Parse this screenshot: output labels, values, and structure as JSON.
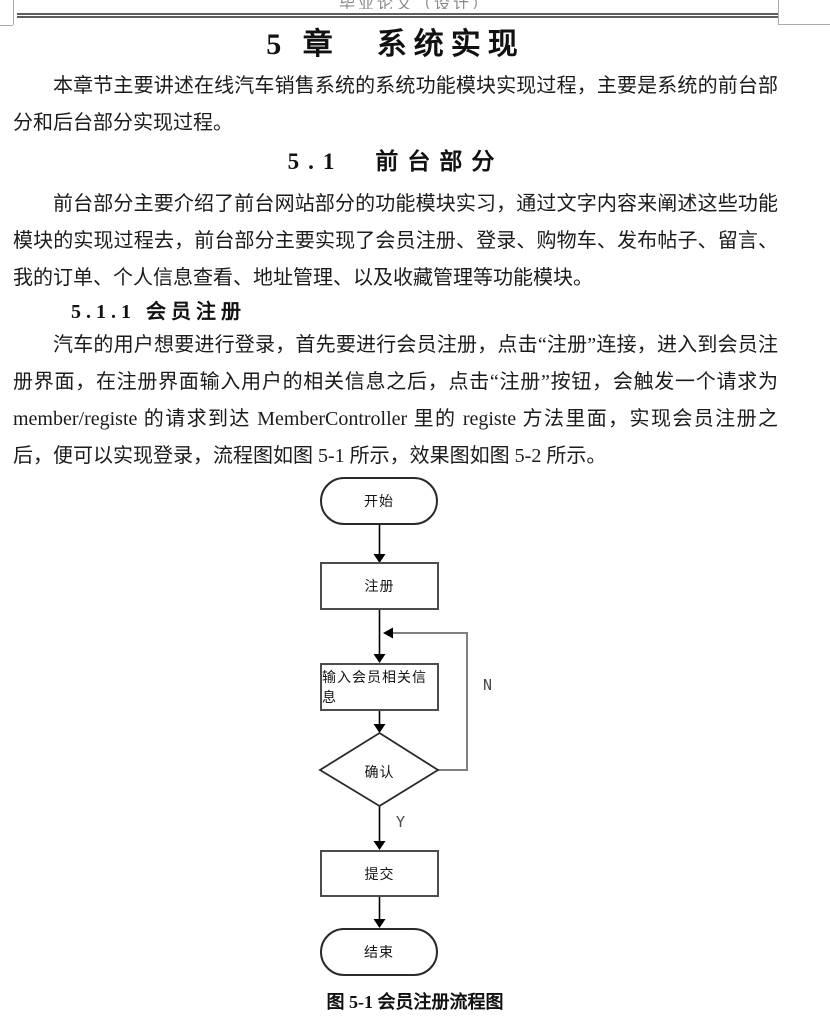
{
  "page": {
    "running_header": "毕业论文（设计）",
    "chapter_title": "5 章　系统实现",
    "para1": "本章节主要讲述在线汽车销售系统的系统功能模块实现过程，主要是系统的前台部分和后台部分实现过程。",
    "section_title": "5.1　前台部分",
    "para2": "前台部分主要介绍了前台网站部分的功能模块实习，通过文字内容来阐述这些功能模块的实现过程去，前台部分主要实现了会员注册、登录、购物车、发布帖子、留言、我的订单、个人信息查看、地址管理、以及收藏管理等功能模块。",
    "subsection_title": "5.1.1 会员注册",
    "para3": "汽车的用户想要进行登录，首先要进行会员注册，点击“注册”连接，进入到会员注册界面，在注册界面输入用户的相关信息之后，点击“注册”按钮，会触发一个请求为 member/registe 的请求到达 MemberController 里的 registe 方法里面，实现会员注册之后，便可以实现登录，流程图如图 5-1 所示，效果图如图 5-2 所示。",
    "figure_caption": "图 5-1 会员注册流程图"
  },
  "flowchart": {
    "nodes": [
      {
        "id": "start",
        "type": "terminator",
        "label": "开始"
      },
      {
        "id": "register",
        "type": "process",
        "label": "注册"
      },
      {
        "id": "input-info",
        "type": "process",
        "label": "输入会员相关信息"
      },
      {
        "id": "confirm",
        "type": "decision",
        "label": "确认"
      },
      {
        "id": "submit",
        "type": "process",
        "label": "提交"
      },
      {
        "id": "end",
        "type": "terminator",
        "label": "结束"
      }
    ],
    "edge_labels": {
      "no": "N",
      "yes": "Y"
    },
    "colors": {
      "flow_line": "#000000",
      "loop_line": "#808080",
      "shape_border": "#2a2a2a"
    }
  }
}
